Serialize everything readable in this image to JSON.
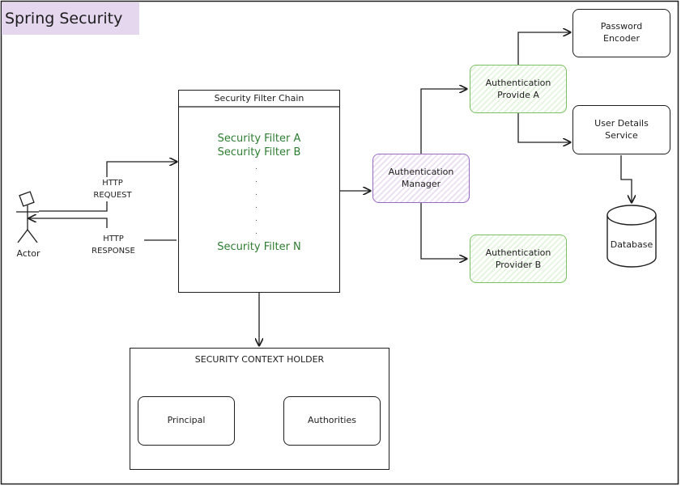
{
  "title": "Spring Security",
  "actor": {
    "label": "Actor"
  },
  "http": {
    "request": "HTTP\nREQUEST",
    "response": "HTTP\nRESPONSE"
  },
  "filter_chain": {
    "header": "Security Filter Chain",
    "filters": [
      "Security Filter A",
      "Security Filter B",
      "Security Filter N"
    ],
    "ellipsis": "."
  },
  "auth_manager": "Authentication\nManager",
  "provider_a": "Authentication\nProvide A",
  "provider_b": "Authentication\nProvider B",
  "password_encoder": "Password\nEncoder",
  "user_details": "User Details\nService",
  "database": "Database",
  "context_holder": {
    "header": "SECURITY CONTEXT HOLDER",
    "principal": "Principal",
    "authorities": "Authorities"
  }
}
